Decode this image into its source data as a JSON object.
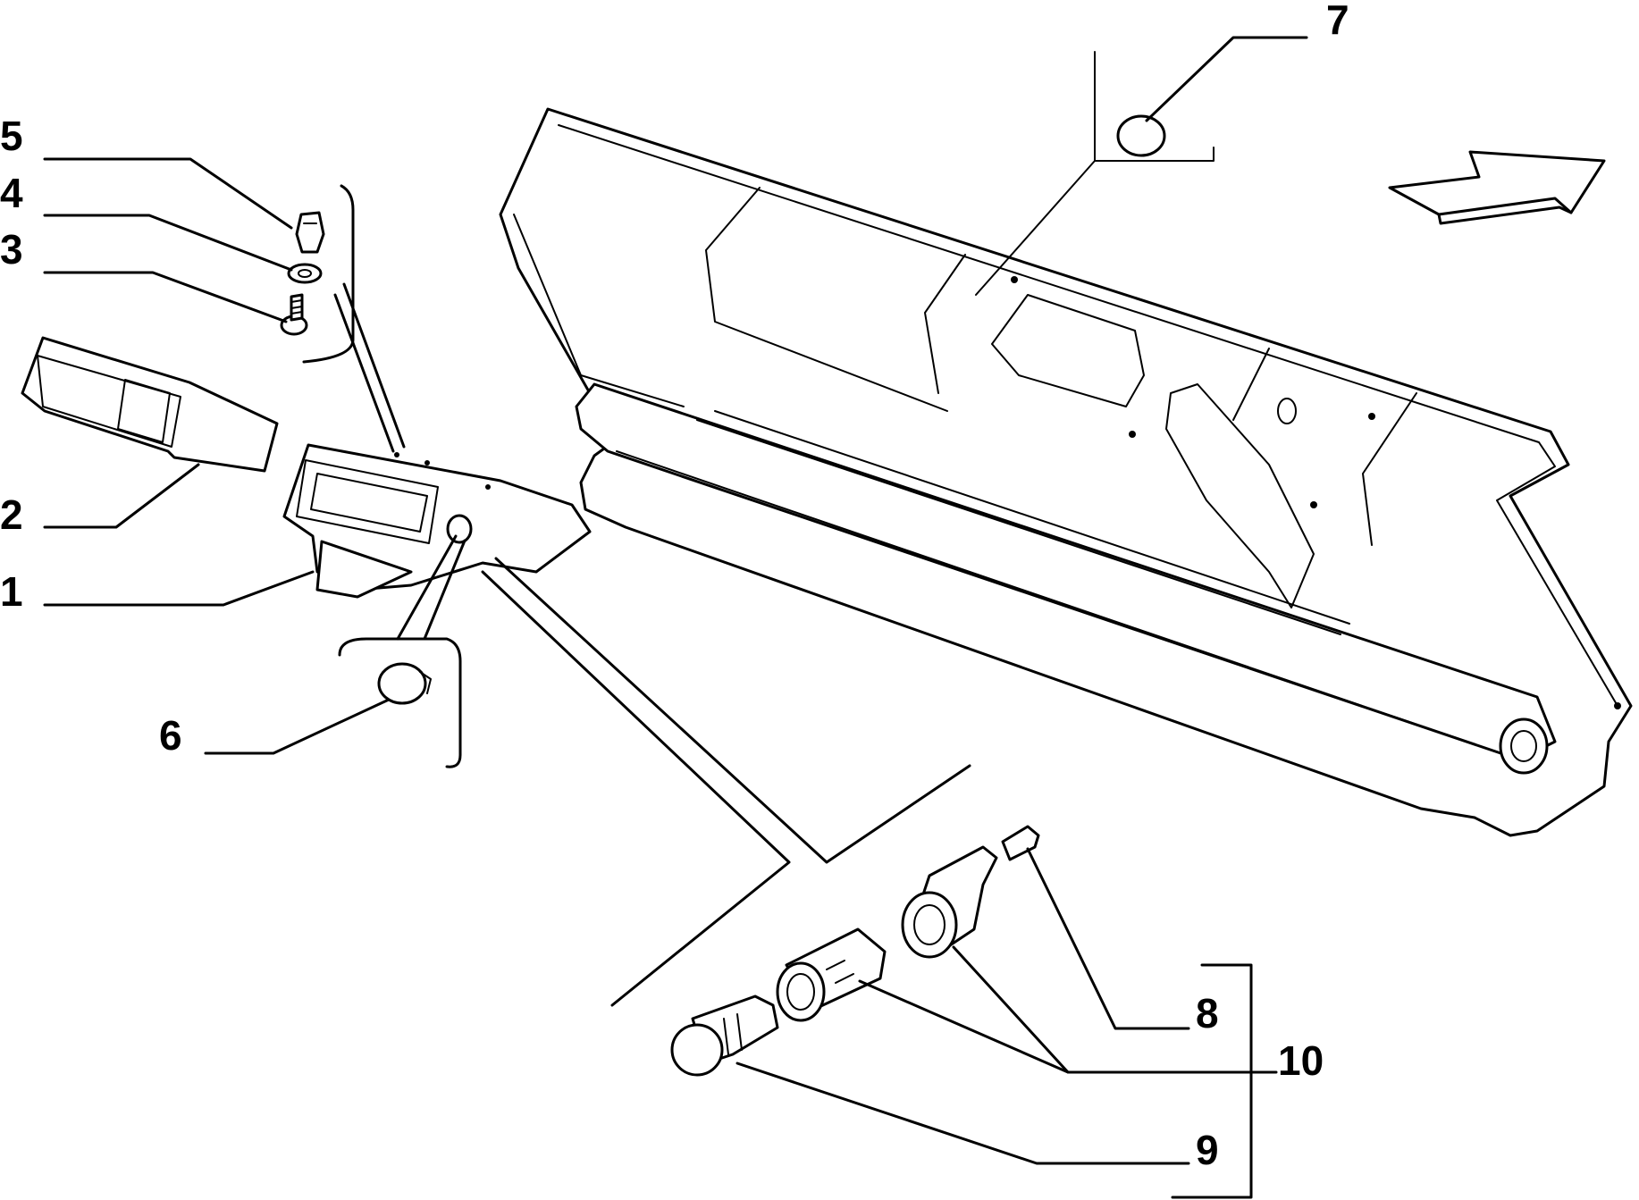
{
  "diagram": {
    "callouts": [
      {
        "id": "1",
        "text": "1"
      },
      {
        "id": "2",
        "text": "2"
      },
      {
        "id": "3",
        "text": "3"
      },
      {
        "id": "4",
        "text": "4"
      },
      {
        "id": "5",
        "text": "5"
      },
      {
        "id": "6",
        "text": "6"
      },
      {
        "id": "7",
        "text": "7"
      },
      {
        "id": "8",
        "text": "8"
      },
      {
        "id": "9",
        "text": "9"
      },
      {
        "id": "10",
        "text": "10"
      }
    ],
    "colors": {
      "line": "#000000",
      "background": "#ffffff"
    },
    "icons": [
      "direction-arrow-icon"
    ]
  }
}
